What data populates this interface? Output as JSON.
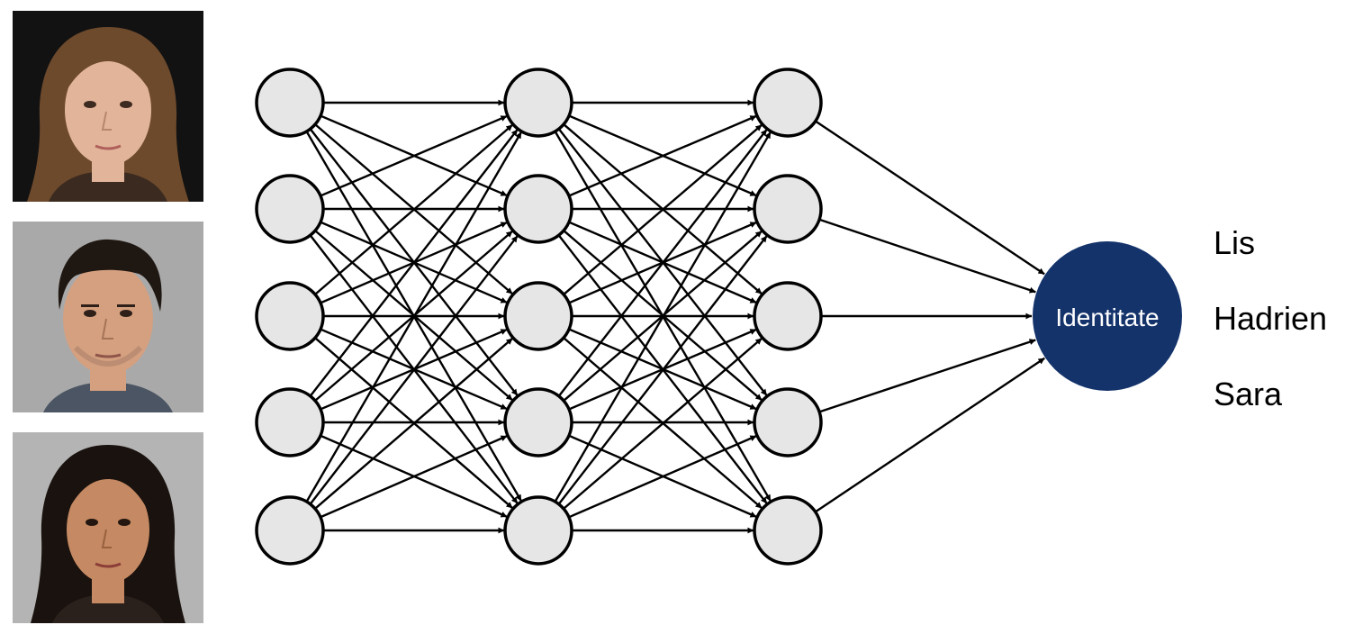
{
  "diagram": {
    "output_label": "Identitate",
    "names": [
      "Lis",
      "Hadrien",
      "Sara"
    ],
    "layers": [
      5,
      5,
      5
    ],
    "colors": {
      "node_fill": "#e6e6e6",
      "node_stroke": "#000000",
      "edge": "#000000",
      "output_fill": "#14336b",
      "output_text": "#ffffff"
    }
  },
  "photos": [
    {
      "icon": "face-photo-woman-light-hair",
      "background": "#121212",
      "hair": "#6e4a2c",
      "skin": "#e2b59b",
      "shirt": "#3a2a20"
    },
    {
      "icon": "face-photo-man-dark-hair",
      "background": "#a9a9a9",
      "hair": "#1f1712",
      "skin": "#d4a080",
      "shirt": "#4b5563"
    },
    {
      "icon": "face-photo-woman-dark-hair",
      "background": "#b4b4b4",
      "hair": "#1a120e",
      "skin": "#c58a63",
      "shirt": "#2a201c"
    }
  ]
}
